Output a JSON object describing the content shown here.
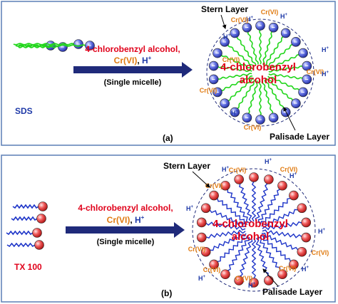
{
  "panel_a": {
    "surfactant_label": "SDS",
    "reaction_line1": "4-chlorobenzyl alcohol,",
    "reaction_cr": "Cr(VI)",
    "reaction_h": "H",
    "reaction_sup": "+",
    "reaction_line3": "(Single micelle)",
    "core_line1": "4-chlorobenzyl",
    "core_line2": "alcohol",
    "stern_label": "Stern Layer",
    "palisade_label": "Palisade Layer",
    "panel_label": "(a)",
    "ion_cr": "Cr(VI)",
    "ion_h": "H",
    "ion_sup": "+",
    "head_sign": "−"
  },
  "panel_b": {
    "surfactant_label": "TX 100",
    "reaction_line1": "4-chlorobenzyl alcohol,",
    "reaction_cr": "Cr(VI)",
    "reaction_h": "H",
    "reaction_sup": "+",
    "reaction_line3": "(Single micelle)",
    "core_line1": "4-chlorobenzyl",
    "core_line2": "alcohol",
    "stern_label": "Stern Layer",
    "palisade_label": "Palisade Layer",
    "panel_label": "(b)",
    "ion_cr": "Cr(VI)",
    "ion_h": "H",
    "ion_sup": "+"
  },
  "colors": {
    "panel_border": "#5b7fb5",
    "arrow": "#1f2a7a",
    "red_text": "#e0001a",
    "orange_text": "#e07a10",
    "blue_text": "#1f3aa8",
    "sds_tail": "#22d61c",
    "sds_head": "#3f4fd6",
    "tx_tail": "#1d34c8",
    "tx_head": "#e83a3a"
  }
}
